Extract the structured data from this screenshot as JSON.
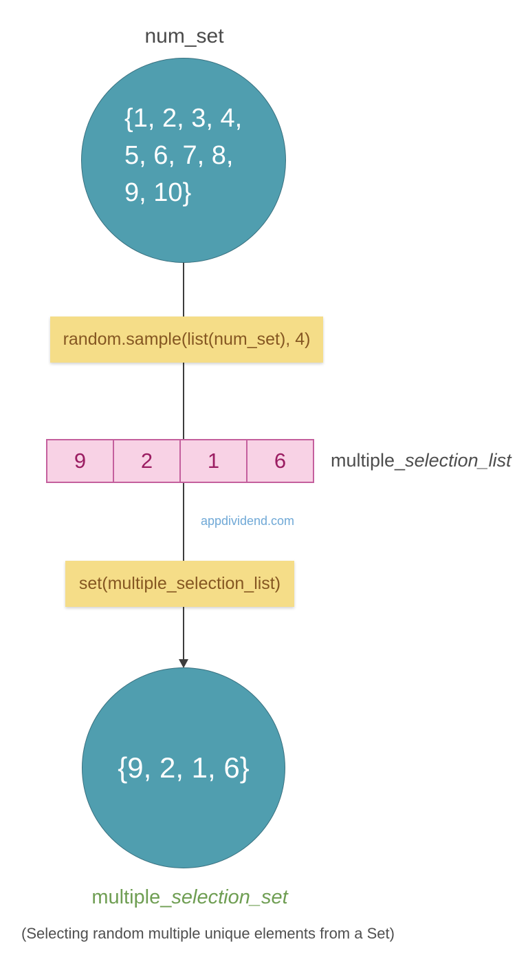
{
  "diagram": {
    "title": "num_set",
    "top_circle": {
      "text": "{1, 2, 3, 4,\n5, 6, 7, 8,\n9, 10}"
    },
    "operation_1": "random.sample(list(num_set), 4)",
    "list": {
      "cells": [
        "9",
        "2",
        "1",
        "6"
      ],
      "label_prefix": "multiple_",
      "label_italic": "selection_list"
    },
    "watermark": "appdividend.com",
    "operation_2": "set(multiple_selection_list)",
    "bottom_circle": {
      "text": "{9, 2, 1, 6}"
    },
    "result_label_prefix": "multiple_",
    "result_label_italic": "selection_set",
    "caption": "(Selecting random multiple unique elements from a Set)"
  },
  "colors": {
    "circle_fill": "#509eaf",
    "circle_text": "#ffffff",
    "operation_box_fill": "#f5dd88",
    "operation_box_text": "#855722",
    "list_cell_fill": "#f8d2e5",
    "list_cell_border": "#c45f9d",
    "list_cell_text": "#9b1d62",
    "label_text": "#4d4d4d",
    "result_label_text": "#6f9e53",
    "watermark_text": "#6fa8d6",
    "connector_line": "#3d3d3d"
  }
}
